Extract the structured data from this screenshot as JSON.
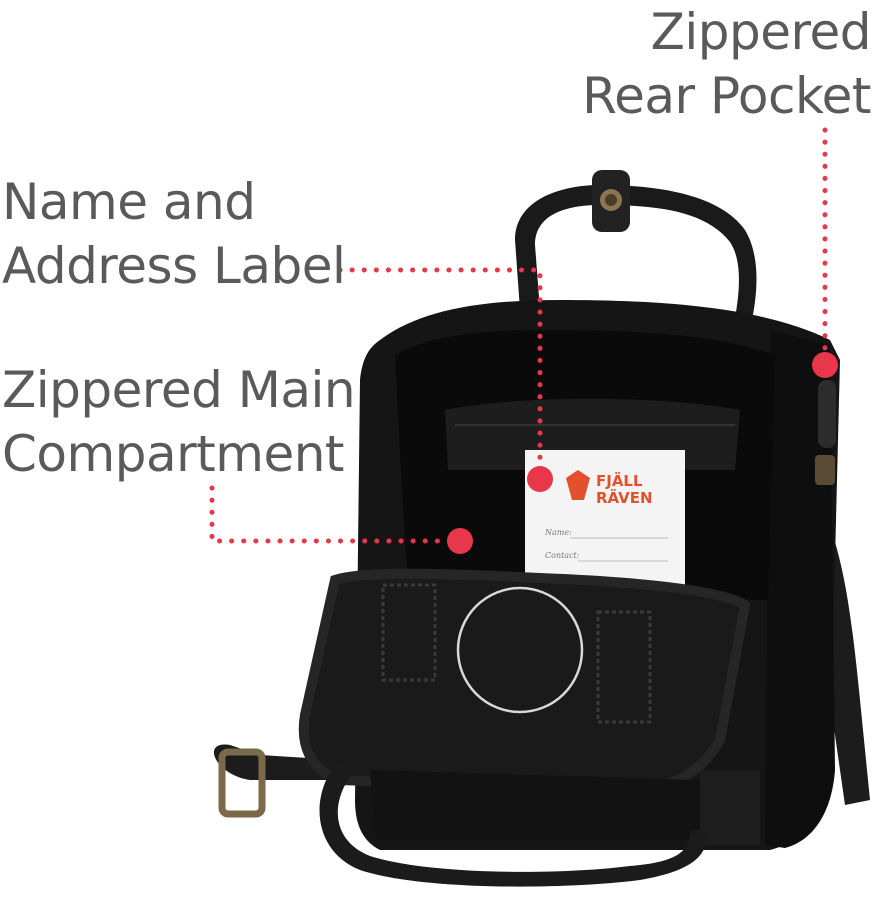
{
  "callouts": {
    "rear_pocket": {
      "line1": "Zippered",
      "line2": "Rear Pocket"
    },
    "address_label": {
      "line1": "Name and",
      "line2": "Address Label"
    },
    "main_compartment": {
      "line1": "Zippered Main",
      "line2": "Compartment"
    }
  },
  "tag": {
    "brand_line1": "FJÄLL",
    "brand_line2": "RÄVEN",
    "name_field": "Name:",
    "contact_field": "Contact:"
  },
  "colors": {
    "callout_text": "#5a5a5a",
    "marker": "#e8364a",
    "brand": "#e2502e",
    "bag": "#151515"
  }
}
